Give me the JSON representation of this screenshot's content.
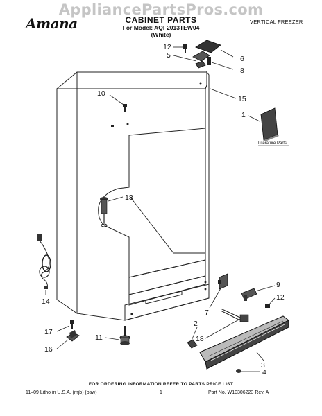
{
  "watermark": "AppliancePartsPros.com",
  "brand": "Amana",
  "title": "CABINET PARTS",
  "model_line": "For Model: AQF2013TEW04",
  "color_line": "(White)",
  "product_type": "VERTICAL FREEZER",
  "literature_label": "Literature Parts",
  "footnote": "FOR ORDERING INFORMATION REFER TO PARTS PRICE LIST",
  "litho": "11–09 Litho in U.S.A. (mjb) (psw)",
  "page_number": "1",
  "part_number": "Part No. W10306223 Rev. A",
  "callouts": [
    {
      "id": "12a",
      "label": "12"
    },
    {
      "id": "5",
      "label": "5"
    },
    {
      "id": "6",
      "label": "6"
    },
    {
      "id": "8",
      "label": "8"
    },
    {
      "id": "10",
      "label": "10"
    },
    {
      "id": "15",
      "label": "15"
    },
    {
      "id": "1",
      "label": "1"
    },
    {
      "id": "13",
      "label": "13"
    },
    {
      "id": "14",
      "label": "14"
    },
    {
      "id": "7",
      "label": "7"
    },
    {
      "id": "9",
      "label": "9"
    },
    {
      "id": "12b",
      "label": "12"
    },
    {
      "id": "4",
      "label": "4"
    },
    {
      "id": "2",
      "label": "2"
    },
    {
      "id": "18",
      "label": "18"
    },
    {
      "id": "17",
      "label": "17"
    },
    {
      "id": "16",
      "label": "16"
    },
    {
      "id": "11",
      "label": "11"
    },
    {
      "id": "3",
      "label": "3"
    }
  ]
}
